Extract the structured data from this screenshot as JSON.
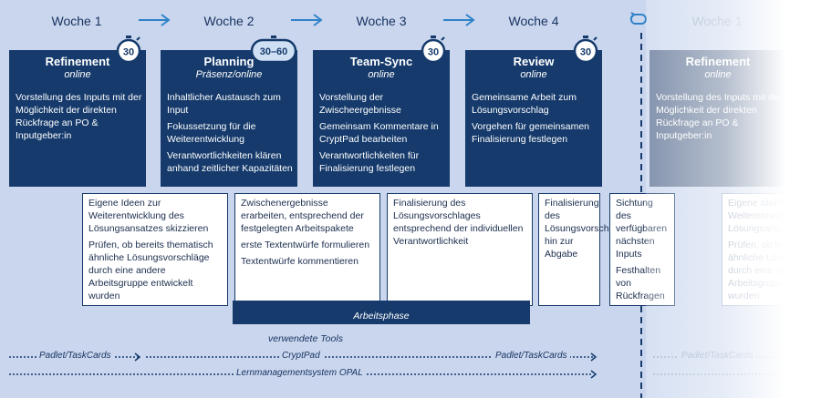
{
  "weeks": [
    "Woche 1",
    "Woche 2",
    "Woche 3",
    "Woche 4",
    "Woche 1"
  ],
  "cards": [
    {
      "title": "Refinement",
      "sub": "online",
      "timer": "30",
      "lines": [
        "Vorstellung des Inputs mit der Möglichkeit der direkten Rückfrage an PO & Inputgeber:in"
      ]
    },
    {
      "title": "Planning",
      "sub": "Präsenz/online",
      "timer": "30–60",
      "lines": [
        "Inhaltlicher Austausch zum Input",
        "Fokussetzung für die Weiterentwicklung",
        "Verantwortlichkeiten klären anhand zeitlicher Kapazitäten"
      ]
    },
    {
      "title": "Team-Sync",
      "sub": "online",
      "timer": "30",
      "lines": [
        "Vorstellung der Zwischeergebnisse",
        "Gemeinsam Kommentare in CryptPad bearbeiten",
        "Verantwortlichkeiten für Finalisierung festlegen"
      ]
    },
    {
      "title": "Review",
      "sub": "online",
      "timer": "30",
      "lines": [
        "Gemeinsame Arbeit zum Lösungsvorschlag",
        "Vorgehen für gemeinsamen Finalisierung festlegen"
      ]
    },
    {
      "title": "Refinement",
      "sub": "online",
      "timer": "",
      "lines": [
        "Vorstellung des Inputs mit der Möglichkeit der direkten Rückfrage an PO & Inputgeber:in"
      ]
    }
  ],
  "work_boxes": [
    {
      "lines": [
        "Eigene Ideen zur Weiterentwicklung des Lösungsansatzes skizzieren",
        "Prüfen, ob bereits thematisch ähnliche Lösungsvorschläge durch eine andere Arbeitsgruppe entwickelt wurden"
      ]
    },
    {
      "lines": [
        "Zwischenergebnisse erarbeiten, entsprechend der festgelegten Arbeitspakete",
        "erste Textentwürfe formulieren",
        "Textentwürfe kommentieren"
      ]
    },
    {
      "lines": [
        "Finalisierung des Lösungsvorschlages entsprechend der individuellen Verantwortlichkeit"
      ]
    },
    {
      "lines": [
        "Finalisierung des Lösungsvorschlags hin zur Abgabe"
      ]
    },
    {
      "lines": [
        "Sichtung des verfügbaren nächsten Inputs",
        "Festhalten von Rückfragen"
      ]
    },
    {
      "lines": [
        "Eigene Ideen zur Weiterentwicklung des Lösungsansatzes skizzieren",
        "Prüfen, ob bereits thematisch ähnliche Lösungsvorschläge durch eine andere Arbeitsgruppe entwickelt wurden"
      ]
    }
  ],
  "phase_label": "Arbeitsphase",
  "tools_label": "verwendete Tools",
  "tools": {
    "padlet1": "Padlet/TaskCards",
    "cryptpad": "CryptPad",
    "padlet2": "Padlet/TaskCards",
    "opal": "Lernmanagementsystem OPAL",
    "padlet3": "Padlet/TaskCards"
  },
  "colors": {
    "card": "#153a6b",
    "background": "#c9d6ee",
    "accent": "#2f82c8"
  }
}
